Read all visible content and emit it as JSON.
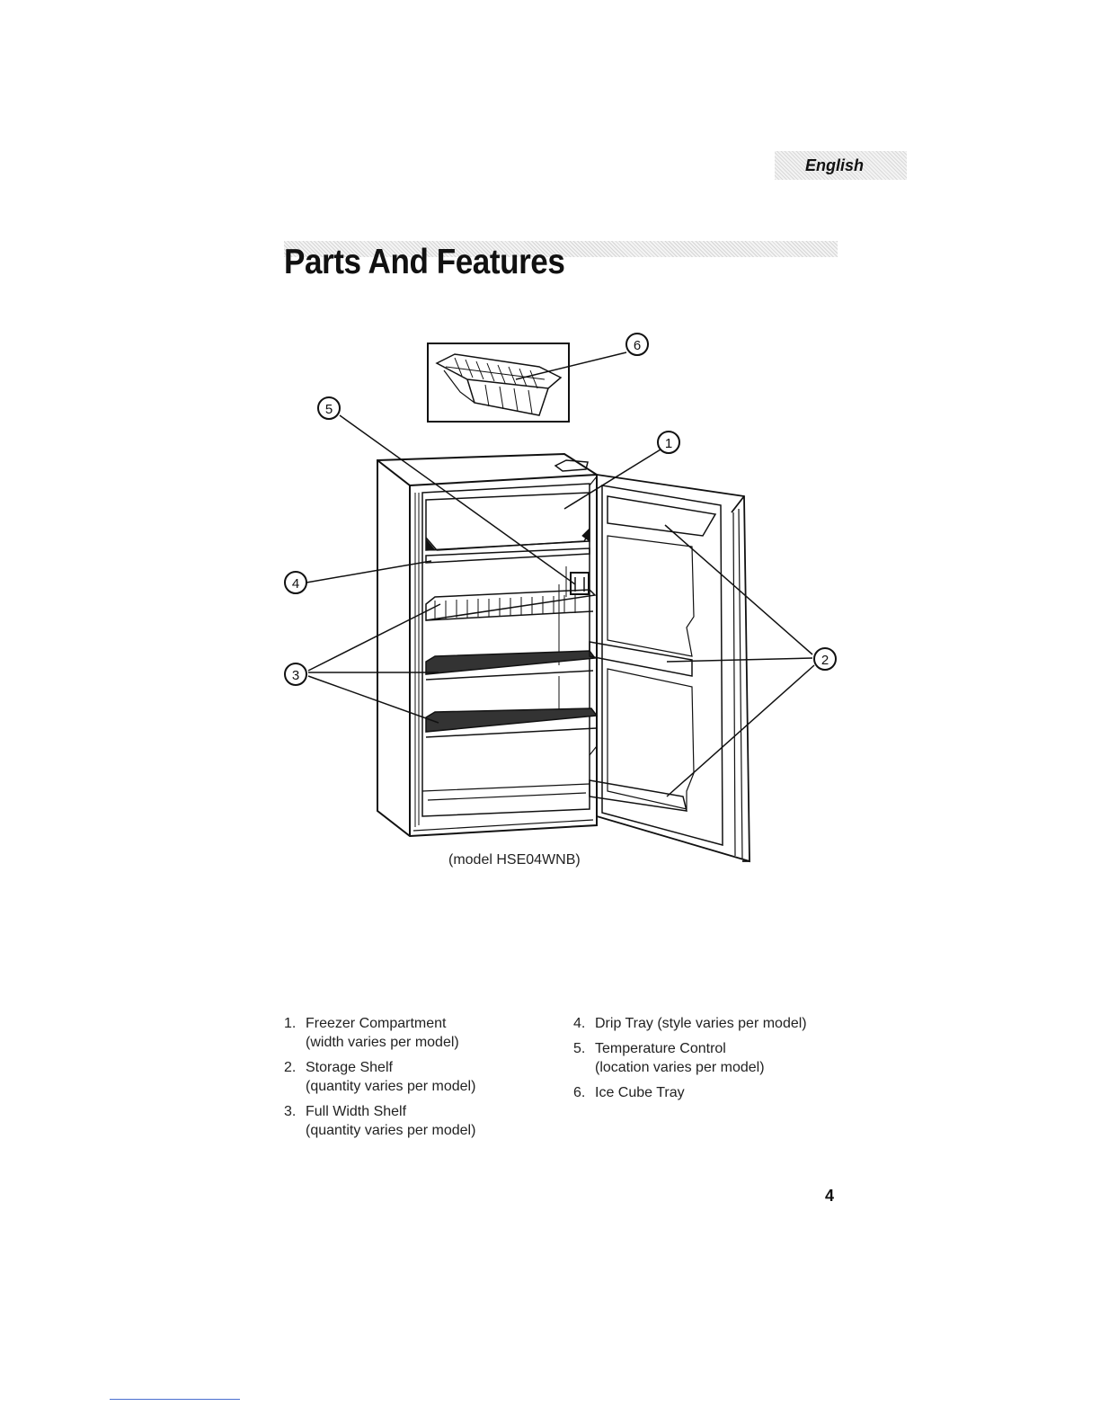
{
  "header": {
    "language_tab": "English"
  },
  "title": "Parts And Features",
  "figure": {
    "caption": "(model HSE04WNB)",
    "callouts": [
      "1",
      "2",
      "3",
      "4",
      "5",
      "6"
    ]
  },
  "parts": [
    {
      "num": "1.",
      "label": "Freezer Compartment",
      "note": "(width varies per model)"
    },
    {
      "num": "2.",
      "label": "Storage Shelf",
      "note": "(quantity varies per model)"
    },
    {
      "num": "3.",
      "label": "Full Width Shelf",
      "note": "(quantity varies per model)"
    },
    {
      "num": "4.",
      "label": "Drip Tray (style varies per model)",
      "note": ""
    },
    {
      "num": "5.",
      "label": "Temperature Control",
      "note": "(location varies per model)"
    },
    {
      "num": "6.",
      "label": "Ice Cube Tray",
      "note": ""
    }
  ],
  "page_number": "4"
}
